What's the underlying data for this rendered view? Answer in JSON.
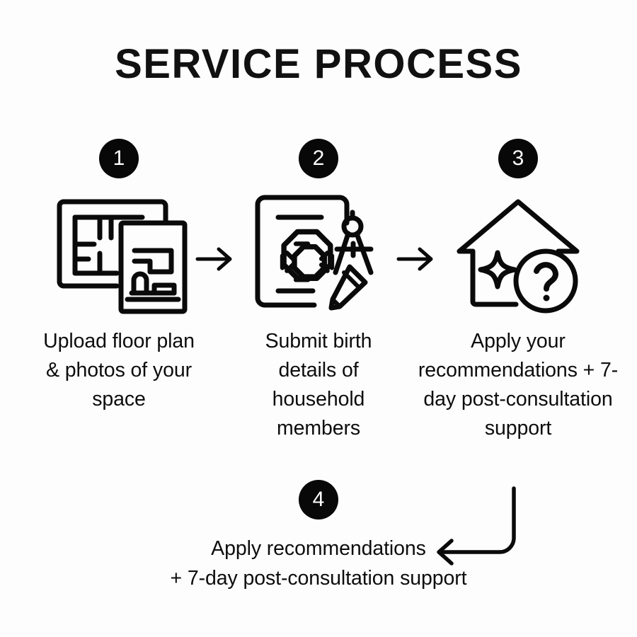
{
  "page": {
    "title": "SERVICE PROCESS",
    "background_color": "#fdfdfd",
    "ink_color": "#0a0a0a",
    "badge_color": "#080808",
    "badge_text_color": "#ffffff"
  },
  "steps": [
    {
      "number": "1",
      "icon": "floor-plan-document-icon",
      "caption": "Upload floor plan & photos of your space"
    },
    {
      "number": "2",
      "icon": "bagua-compass-pencil-icon",
      "caption": "Submit birth details of household members"
    },
    {
      "number": "3",
      "icon": "house-sparkle-question-icon",
      "caption": "Apply your recommendations + 7-day post-consultation support"
    },
    {
      "number": "4",
      "icon": "none",
      "caption_line_1": "Apply recommendations",
      "caption_line_2": "+ 7-day post-consultation support"
    }
  ],
  "connectors": [
    {
      "name": "arrow-step1-to-step2",
      "direction": "right"
    },
    {
      "name": "arrow-step2-to-step3",
      "direction": "right"
    },
    {
      "name": "arrow-step3-to-step4",
      "direction": "elbow-down-left"
    }
  ]
}
